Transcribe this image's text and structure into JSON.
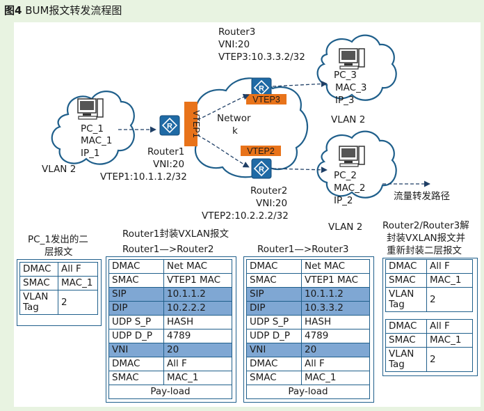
{
  "figure": {
    "title_prefix": "图4",
    "title_text": "BUM报文转发流程图"
  },
  "nodes": {
    "pc1": {
      "name": "PC_1",
      "mac": "MAC_1",
      "ip": "IP_1",
      "vlan": "VLAN 2"
    },
    "pc2": {
      "name": "PC_2",
      "mac": "MAC_2",
      "ip": "IP_2",
      "vlan": "VLAN 2"
    },
    "pc3": {
      "name": "PC_3",
      "mac": "MAC_3",
      "ip": "IP_3",
      "vlan": "VLAN 2"
    },
    "router1": {
      "name": "Router1",
      "vni": "VNI:20",
      "vtep": "VTEP1:10.1.1.2/32",
      "vtep_tag": "VTEP1"
    },
    "router2": {
      "name": "Router2",
      "vni": "VNI:20",
      "vtep": "VTEP2:10.2.2.2/32",
      "vtep_tag": "VTEP2"
    },
    "router3": {
      "name": "Router3",
      "vni": "VNI:20",
      "vtep": "VTEP3:10.3.3.2/32",
      "vtep_tag": "VTEP3"
    },
    "network": {
      "line1": "Networ",
      "line2": "k"
    }
  },
  "legend": {
    "label": "流量转发路径"
  },
  "captions": {
    "pc1_out_1": "PC_1发出的二",
    "pc1_out_2": "层报文",
    "r1_encap": "Router1封装VXLAN报文",
    "r1_to_r2": "Router1—>Router2",
    "r1_to_r3": "Router1—>Router3",
    "r23_1": "Router2/Router3解",
    "r23_2": "封装VXLAN报文并",
    "r23_3": "重新封装二层报文"
  },
  "tables": {
    "pc1_frame": [
      [
        "DMAC",
        "All F"
      ],
      [
        "SMAC",
        "MAC_1"
      ],
      [
        "VLAN Tag",
        "2"
      ]
    ],
    "r1_to_r2": {
      "rows": [
        [
          "DMAC",
          "Net MAC"
        ],
        [
          "SMAC",
          "VTEP1 MAC"
        ],
        [
          "SIP",
          "10.1.1.2"
        ],
        [
          "DIP",
          "10.2.2.2"
        ],
        [
          "UDP S_P",
          "HASH"
        ],
        [
          "UDP D_P",
          "4789"
        ],
        [
          "VNI",
          "20"
        ],
        [
          "DMAC",
          "All F"
        ],
        [
          "SMAC",
          "MAC_1"
        ]
      ],
      "payload": "Pay-load"
    },
    "r1_to_r3": {
      "rows": [
        [
          "DMAC",
          "Net MAC"
        ],
        [
          "SMAC",
          "VTEP1 MAC"
        ],
        [
          "SIP",
          "10.1.1.2"
        ],
        [
          "DIP",
          "10.3.3.2"
        ],
        [
          "UDP S_P",
          "HASH"
        ],
        [
          "UDP D_P",
          "4789"
        ],
        [
          "VNI",
          "20"
        ],
        [
          "DMAC",
          "All F"
        ],
        [
          "SMAC",
          "MAC_1"
        ]
      ],
      "payload": "Pay-load"
    },
    "r2_frame": [
      [
        "DMAC",
        "All F"
      ],
      [
        "SMAC",
        "MAC_1"
      ],
      [
        "VLAN Tag",
        "2"
      ]
    ],
    "r3_frame": [
      [
        "DMAC",
        "All F"
      ],
      [
        "SMAC",
        "MAC_1"
      ],
      [
        "VLAN Tag",
        "2"
      ]
    ]
  },
  "colors": {
    "router_blue": "#1f6aa5",
    "vtep_orange": "#e8731a",
    "table_highlight": "#7fa7d3",
    "border_blue": "#1f5f8b",
    "frame_green": "#e8f3e1"
  }
}
